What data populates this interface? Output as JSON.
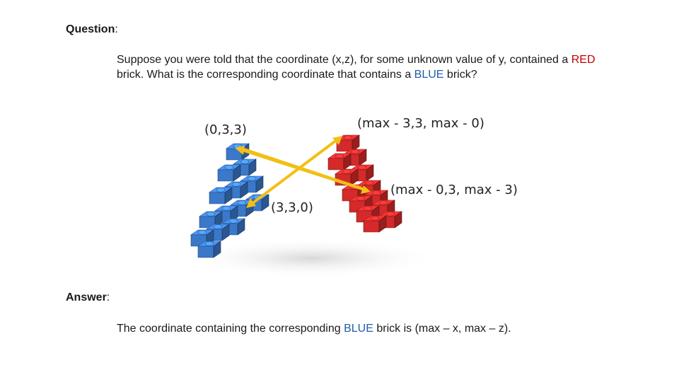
{
  "question": {
    "heading": "Question",
    "colon": ":",
    "text_1": "Suppose you were told that the coordinate (x,z),  for some unknown value of y, contained a ",
    "red_word": "RED",
    "text_2": " brick. What is the corresponding coordinate that contains a ",
    "blue_word": "BLUE",
    "text_3": " brick?"
  },
  "diagram": {
    "labels": {
      "top_left": "(0,3,3)",
      "top_right": "(max - 3,3, max - 0)",
      "middle": "(3,3,0)",
      "right": "(max - 0,3, max - 3)"
    },
    "colors": {
      "blue_brick": "#3b78c9",
      "red_brick": "#d42a2a",
      "arrow": "#f2bf14"
    }
  },
  "answer": {
    "heading": "Answer",
    "colon": ":",
    "text_1": "The coordinate containing the corresponding ",
    "blue_word": "BLUE",
    "text_2": " brick is (max – x, max – z)."
  }
}
